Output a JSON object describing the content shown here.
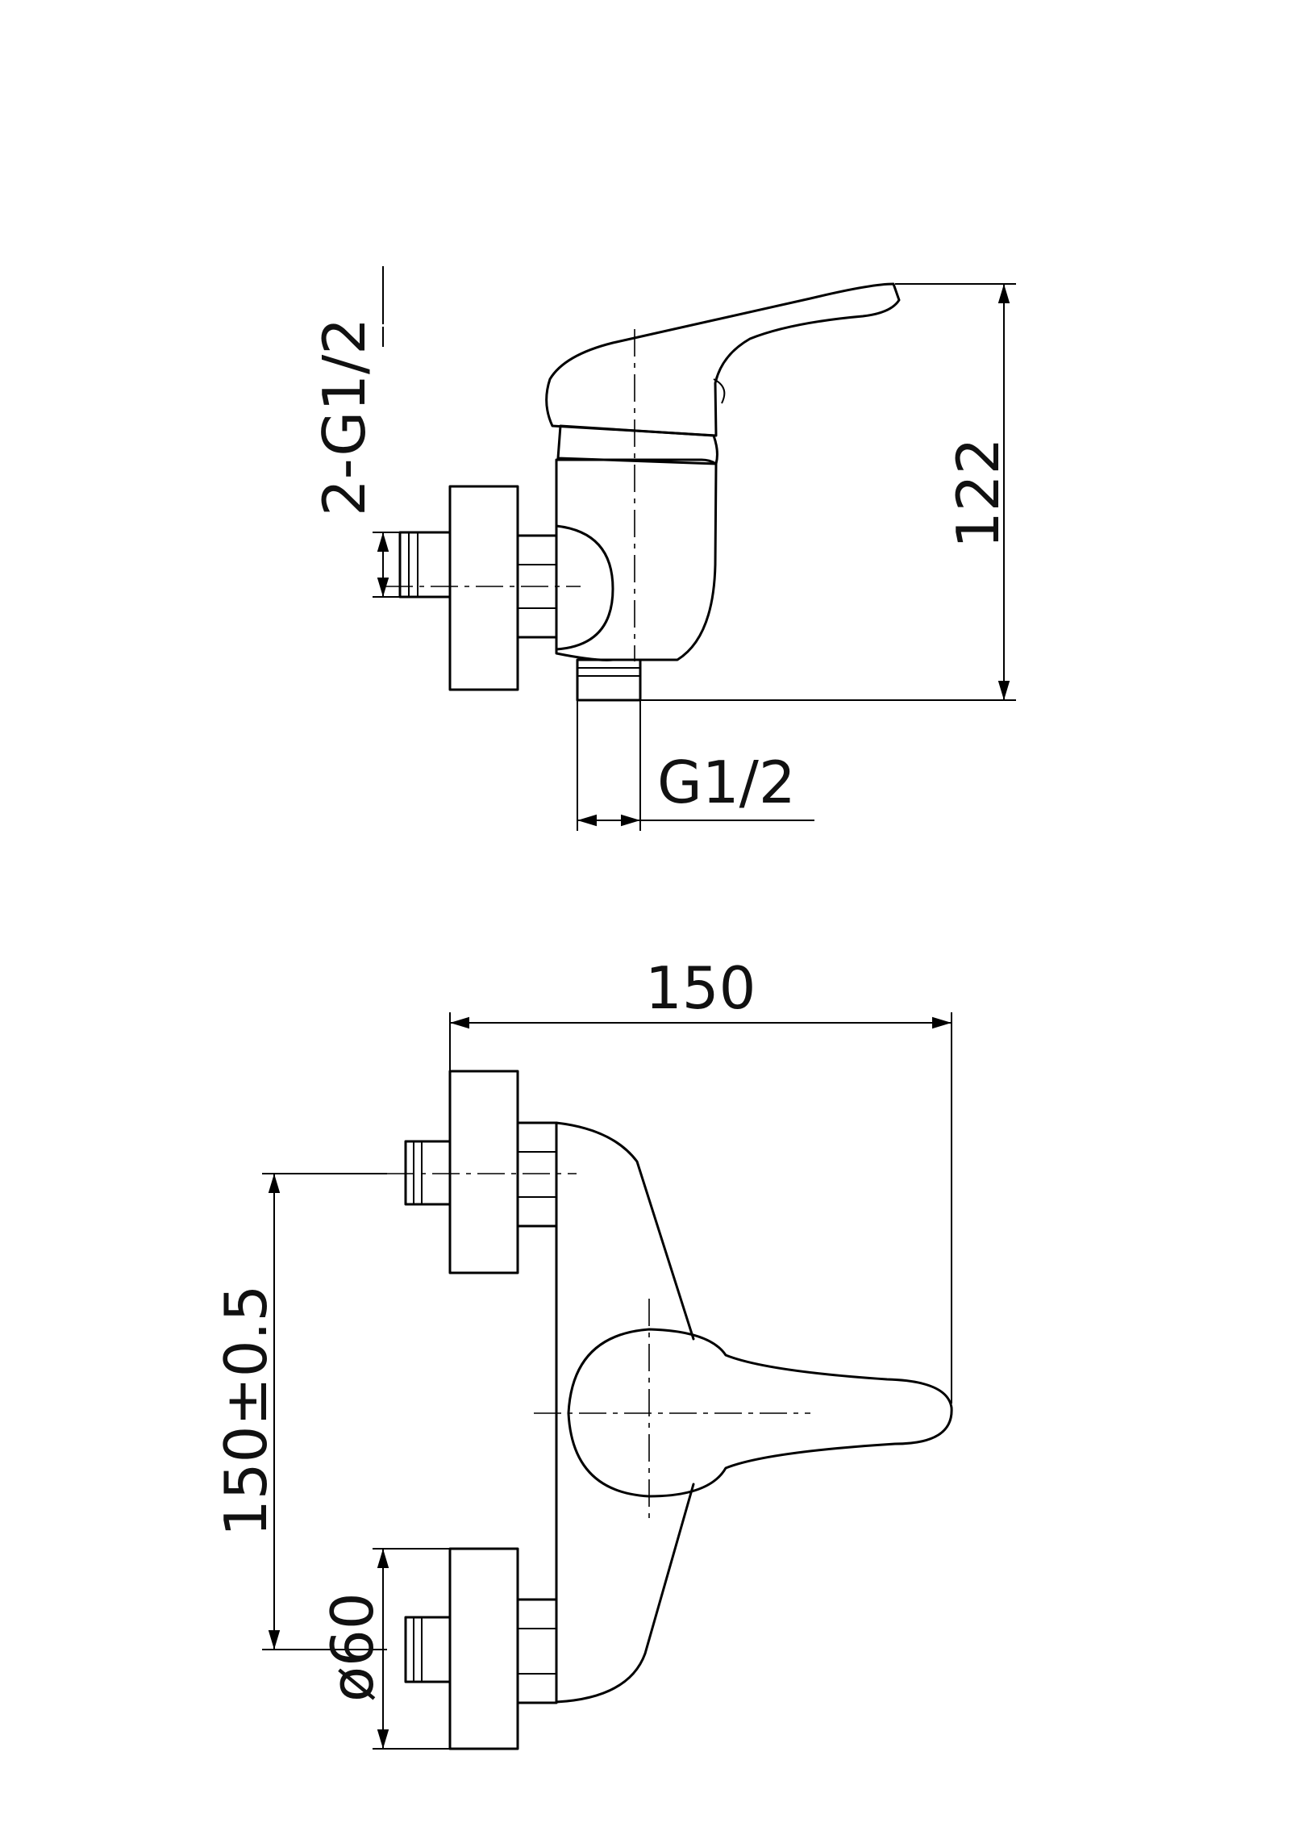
{
  "side_view": {
    "inlet_thread_label": "2-G1/2",
    "height_label": "122",
    "outlet_thread_label": "G1/2"
  },
  "front_view": {
    "width_label": "150",
    "inlet_spacing_label": "150±0.5",
    "flange_diameter_label": "ø60"
  }
}
